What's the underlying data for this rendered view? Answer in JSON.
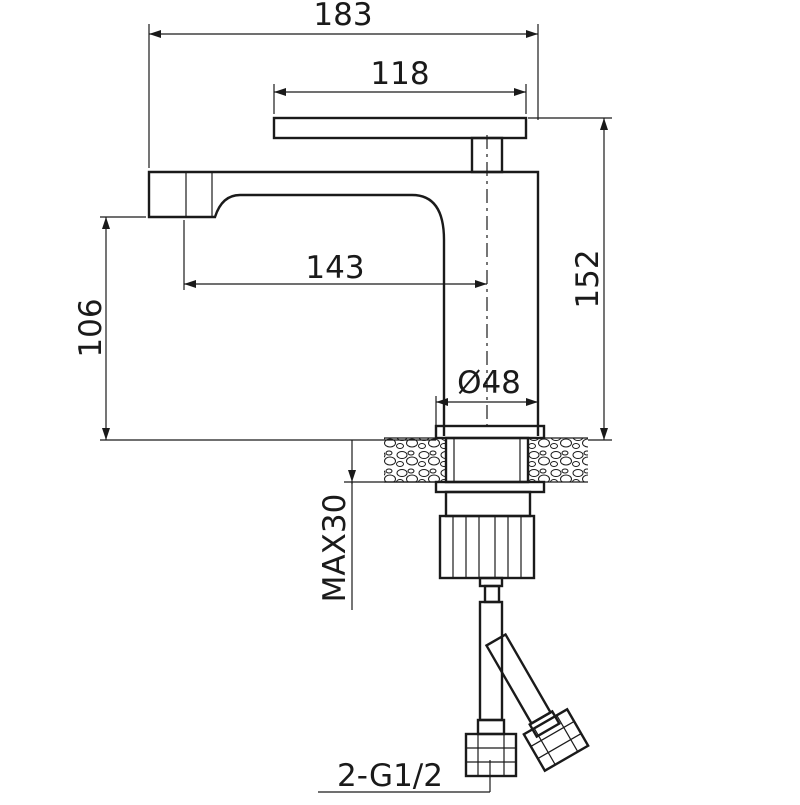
{
  "dimensions": {
    "overall_width": "183",
    "handle_length": "118",
    "spout_reach": "143",
    "spout_height": "106",
    "total_height": "152",
    "base_diameter": "Ø48",
    "max_thickness": "MAX30",
    "connection": "2-G1/2"
  }
}
